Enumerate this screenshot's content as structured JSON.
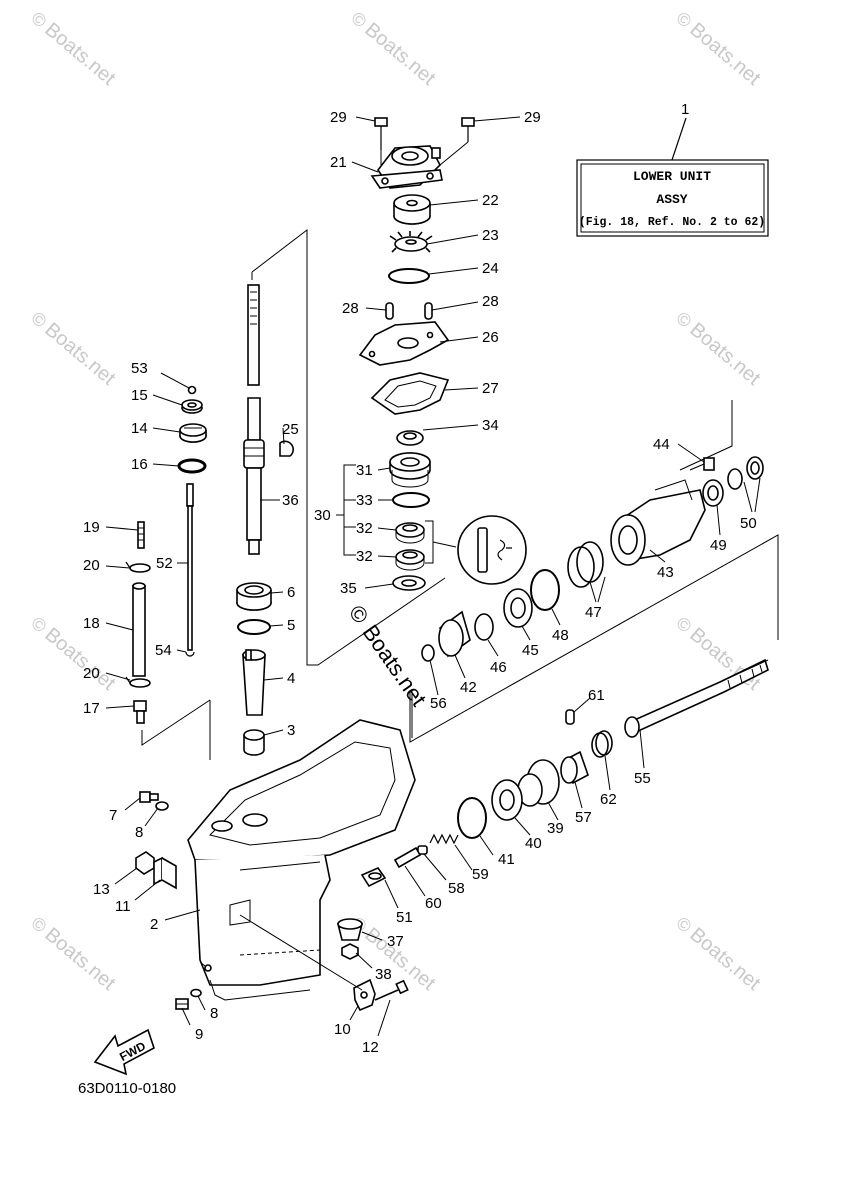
{
  "assy_box": {
    "line1": "LOWER UNIT",
    "line2": "ASSY",
    "line3": "(Fig. 18, Ref. No. 2 to 62)",
    "ref": "1"
  },
  "diagram_code": "63D0110-0180",
  "fwd_label": "FWD",
  "watermark": {
    "text": "Boats.net",
    "symbol": "©"
  },
  "center_watermark": {
    "symbol": "©",
    "text": "Boats.net"
  },
  "callouts": {
    "c29a": "29",
    "c29b": "29",
    "c21": "21",
    "c22": "22",
    "c23": "23",
    "c24": "24",
    "c28a": "28",
    "c28b": "28",
    "c26": "26",
    "c27": "27",
    "c34": "34",
    "c25": "25",
    "c53": "53",
    "c15": "15",
    "c14": "14",
    "c16": "16",
    "c36": "36",
    "c31": "31",
    "c30": "30",
    "c33": "33",
    "c32a": "32",
    "c32b": "32",
    "c35": "35",
    "c19": "19",
    "c20a": "20",
    "c52": "52",
    "c18": "18",
    "c54": "54",
    "c20b": "20",
    "c17": "17",
    "c6": "6",
    "c5": "5",
    "c4": "4",
    "c3": "3",
    "c44": "44",
    "c50": "50",
    "c49": "49",
    "c43": "43",
    "c47": "47",
    "c48": "48",
    "c45": "45",
    "c46": "46",
    "c42": "42",
    "c56": "56",
    "c61": "61",
    "c55": "55",
    "c62": "62",
    "c57": "57",
    "c39": "39",
    "c40": "40",
    "c41": "41",
    "c59": "59",
    "c58": "58",
    "c60": "60",
    "c51": "51",
    "c7": "7",
    "c8a": "8",
    "c13": "13",
    "c11": "11",
    "c2": "2",
    "c37": "37",
    "c38": "38",
    "c8b": "8",
    "c9": "9",
    "c10": "10",
    "c12": "12"
  }
}
